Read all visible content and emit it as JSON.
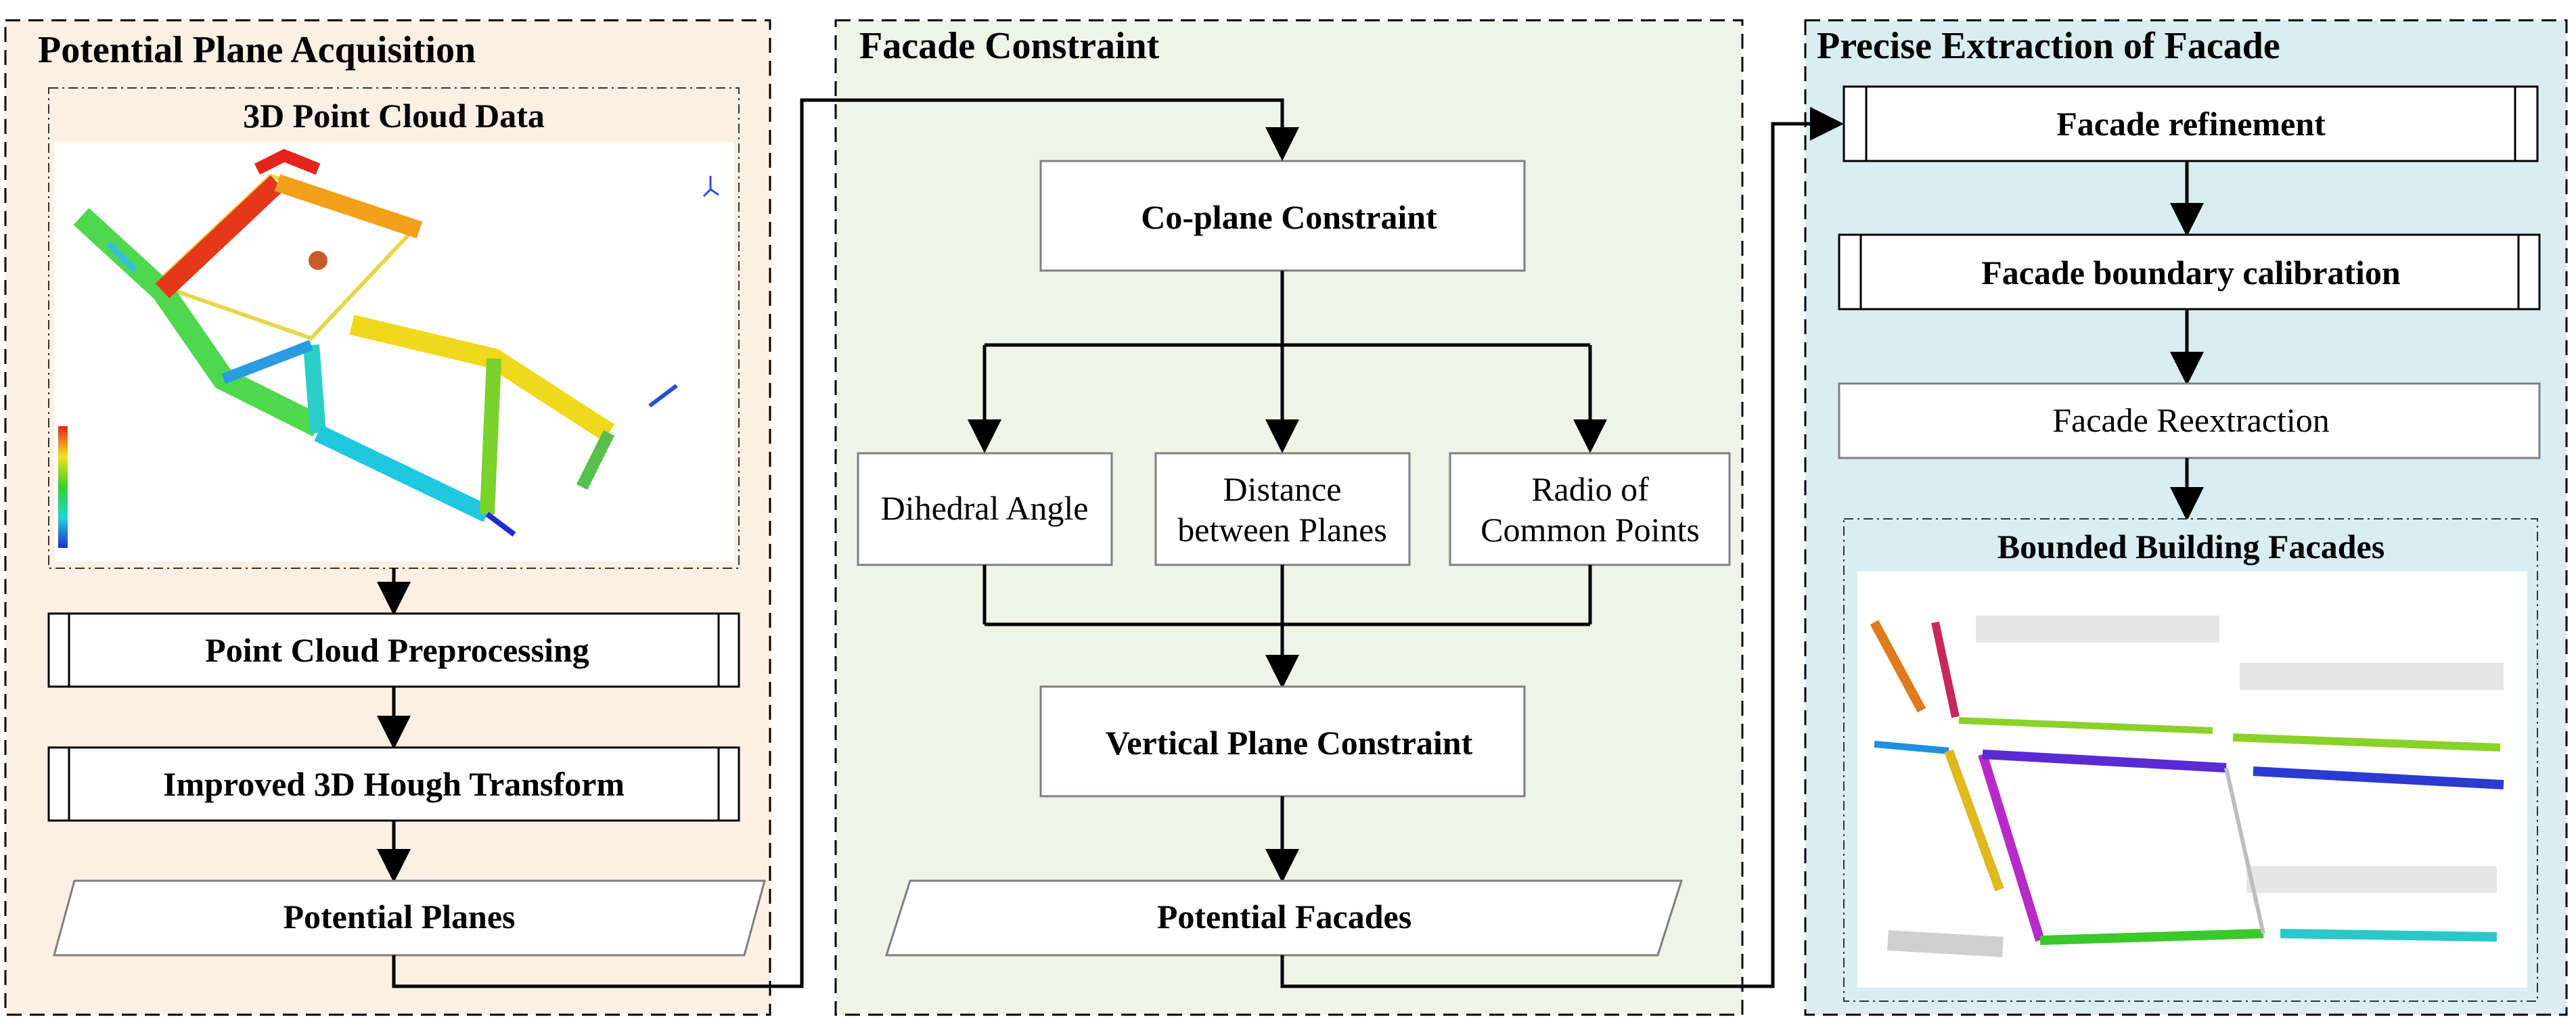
{
  "colors": {
    "panel1_bg": "#fcefe4",
    "panel2_bg": "#f0f4e6",
    "panel3_bg": "#daedf2",
    "box_bg": "#ffffff",
    "line": "#000000",
    "box_border": "#7f7f7f"
  },
  "panels": {
    "potential_plane_acquisition": {
      "title": "Potential Plane Acquisition",
      "point_cloud_title": "3D Point Cloud Data",
      "preprocessing": "Point Cloud Preprocessing",
      "hough": "Improved 3D Hough Transform",
      "planes": "Potential Planes"
    },
    "facade_constraint": {
      "title": "Facade Constraint",
      "coplane": "Co-plane Constraint",
      "dihedral": "Dihedral Angle",
      "distance_line1": "Distance",
      "distance_line2": "between Planes",
      "radio_line1": "Radio of",
      "radio_line2": "Common Points",
      "vertical": "Vertical Plane Constraint",
      "facades": "Potential Facades"
    },
    "precise_extraction": {
      "title": "Precise Extraction of Facade",
      "refinement": "Facade refinement",
      "boundary": "Facade boundary calibration",
      "reextraction": "Facade Reextraction",
      "bounded_title": "Bounded Building Facades"
    }
  }
}
